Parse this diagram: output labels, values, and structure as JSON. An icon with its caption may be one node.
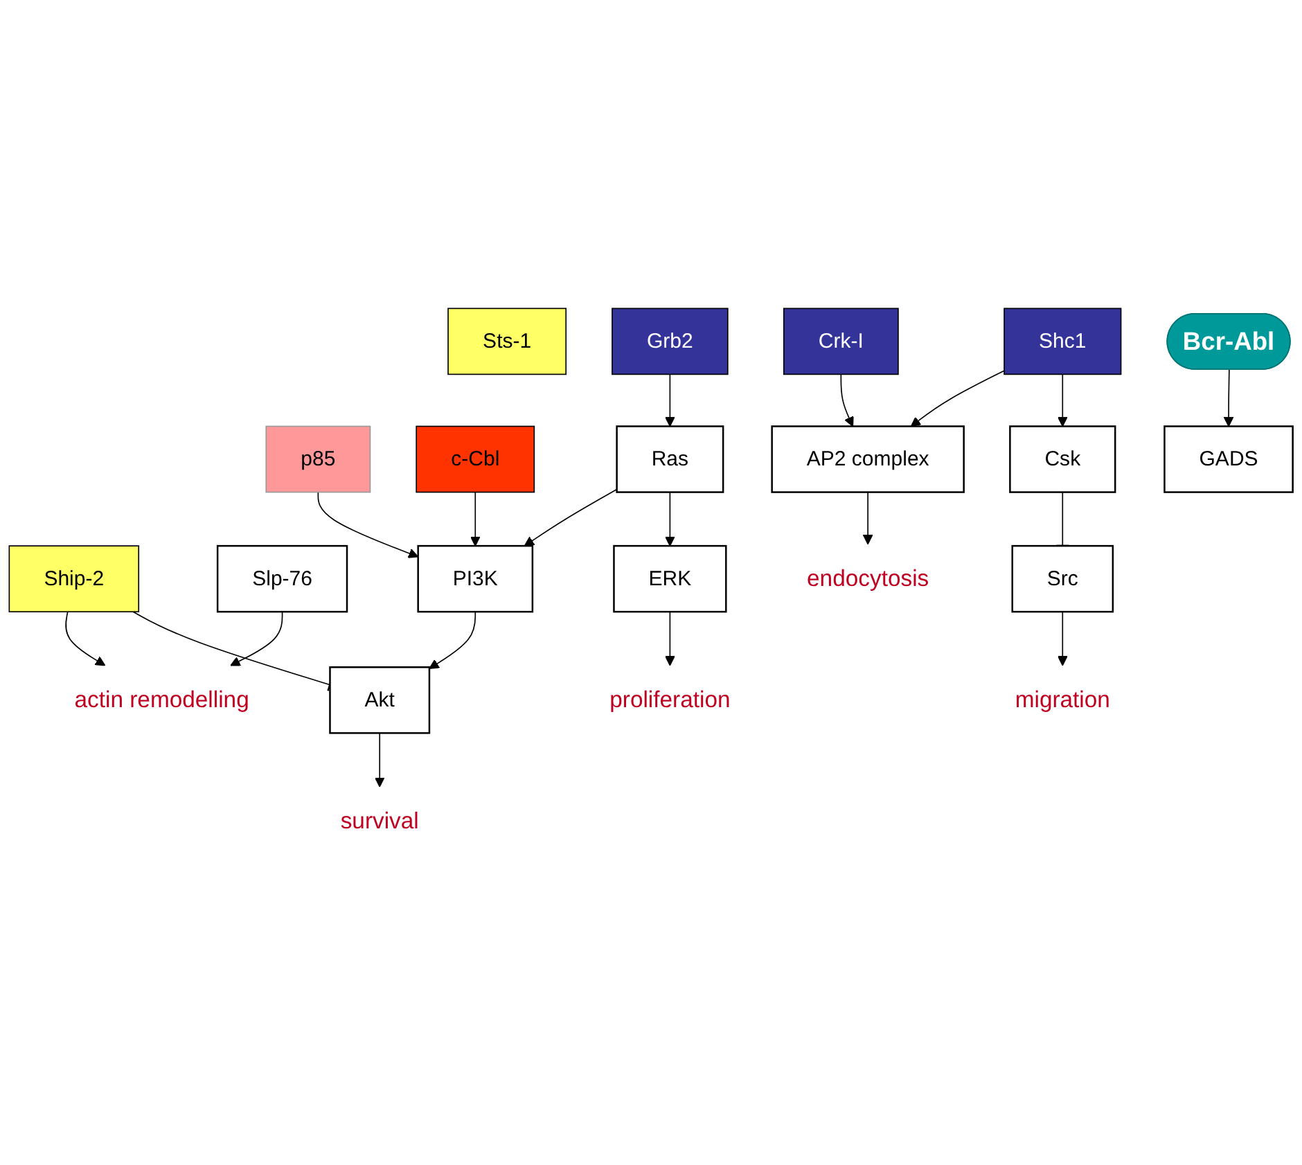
{
  "diagram": {
    "nodes": [
      {
        "text": [
          "endocytosis"
        ]
      },
      {
        "text": [
          "actin remodelling"
        ]
      },
      {
        "text": [
          "Slp-76"
        ]
      },
      {
        "text": [
          "AP2 complex"
        ]
      },
      {
        "text": [
          "GADS"
        ]
      },
      {
        "text": [
          "Crk-I"
        ]
      },
      {
        "text": [
          "Ship-2"
        ]
      },
      {
        "text": [
          "Bcr-Abl"
        ]
      },
      {
        "text": [
          "c-Cbl"
        ]
      },
      {
        "text": [
          "Sts-1"
        ]
      },
      {
        "text": [
          "Shc1"
        ]
      },
      {
        "text": [
          "Grb2"
        ]
      },
      {
        "text": [
          "p85"
        ]
      },
      {
        "text": [
          "Csk"
        ]
      },
      {
        "text": [
          "Ras"
        ]
      },
      {
        "text": [
          "PI3K"
        ]
      },
      {
        "text": [
          "Src"
        ]
      },
      {
        "text": [
          "Akt"
        ]
      },
      {
        "text": [
          "ERK"
        ]
      },
      {
        "text": [
          "migration"
        ]
      },
      {
        "text": [
          "proliferation"
        ]
      },
      {
        "text": [
          "survival"
        ]
      }
    ],
    "edges": [
      {
        "from": 3,
        "to": 0,
        "arrow": "to"
      },
      {
        "from": 5,
        "to": 3,
        "arrow": "to"
      },
      {
        "from": 10,
        "to": 3,
        "arrow": "to"
      },
      {
        "from": 7,
        "to": 4,
        "arrow": "to"
      },
      {
        "from": 2,
        "to": 1,
        "arrow": "to"
      },
      {
        "from": 6,
        "to": 1,
        "arrow": "to"
      },
      {
        "from": 6,
        "to": 17,
        "arrow": "other"
      },
      {
        "from": 10,
        "to": 13,
        "arrow": "to"
      },
      {
        "from": 13,
        "to": 16,
        "arrow": "other"
      },
      {
        "from": 16,
        "to": 19,
        "arrow": "to"
      },
      {
        "from": 11,
        "to": 14,
        "arrow": "to"
      },
      {
        "from": 14,
        "to": 15,
        "arrow": "to"
      },
      {
        "from": 14,
        "to": 18,
        "arrow": "to"
      },
      {
        "from": 18,
        "to": 20,
        "arrow": "to"
      },
      {
        "from": 12,
        "to": 15,
        "arrow": "to"
      },
      {
        "from": 8,
        "to": 15,
        "arrow": "to"
      },
      {
        "from": 15,
        "to": 17,
        "arrow": "to"
      },
      {
        "from": 17,
        "to": 21,
        "arrow": "to"
      }
    ]
  }
}
